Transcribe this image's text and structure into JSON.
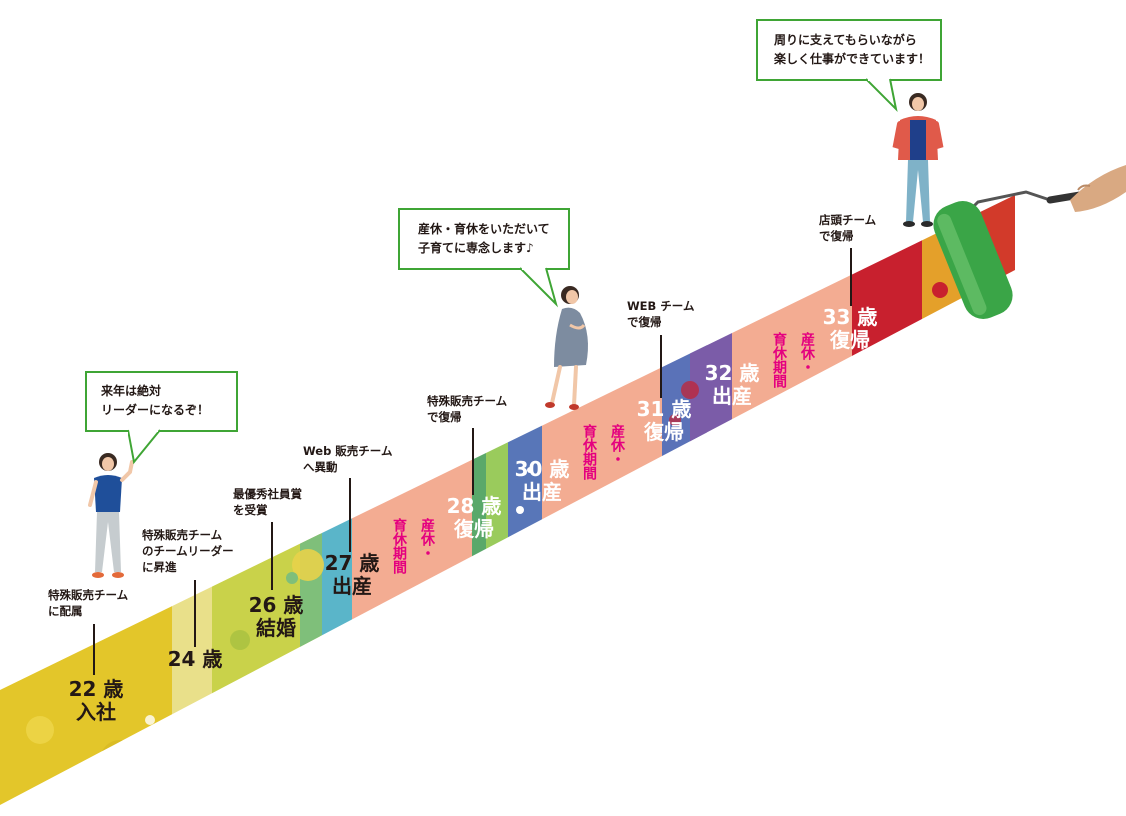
{
  "colors": {
    "bubble_border": "#3fa535",
    "leave_text": "#e4007f",
    "roller_green": "#3aa547",
    "band_yellow": "#e6cf2a",
    "band_salmon": "#f4ab8f",
    "band_red": "#c8202e"
  },
  "bubbles": {
    "b1": {
      "line1": "来年は絶対",
      "line2": "リーダーになるぞ！"
    },
    "b2": {
      "line1": "産休・育休をいただいて",
      "line2": "子育てに専念します♪"
    },
    "b3": {
      "line1": "周りに支えてもらいながら",
      "line2": "楽しく仕事ができています！"
    }
  },
  "events": {
    "e22": {
      "l1": "特殊販売チーム",
      "l2": "に配属"
    },
    "e24": {
      "l1": "特殊販売チーム",
      "l2": "のチームリーダー",
      "l3": "に昇進"
    },
    "e26": {
      "l1": "最優秀社員賞",
      "l2": "を受賞"
    },
    "e27": {
      "l1": "Web 販売チーム",
      "l2": "へ異動"
    },
    "e28": {
      "l1": "特殊販売チーム",
      "l2": "で復帰"
    },
    "e31": {
      "l1": "WEB チーム",
      "l2": "で復帰"
    },
    "e33": {
      "l1": "店頭チーム",
      "l2": "で復帰"
    }
  },
  "ages": {
    "a22": {
      "n": "22 歳",
      "e": "入社"
    },
    "a24": {
      "n": "24 歳"
    },
    "a26": {
      "n": "26 歳",
      "e": "結婚"
    },
    "a27": {
      "n": "27 歳",
      "e": "出産"
    },
    "a28": {
      "n": "28 歳",
      "e": "復帰"
    },
    "a30": {
      "n": "30 歳",
      "e": "出産"
    },
    "a31": {
      "n": "31 歳",
      "e": "復帰"
    },
    "a32": {
      "n": "32 歳",
      "e": "出産"
    },
    "a33": {
      "n": "33 歳",
      "e": "復帰"
    }
  },
  "leave": {
    "l1a": "育休期間",
    "l1b": "産休・",
    "l2a": "育休期間",
    "l2b": "産休・",
    "l3a": "育休期間",
    "l3b": "産休・"
  },
  "icons": {
    "figure1": "woman-thumbs-up-icon",
    "figure2": "pregnant-woman-icon",
    "figure3": "woman-standing-icon",
    "roller": "paint-roller-icon"
  }
}
